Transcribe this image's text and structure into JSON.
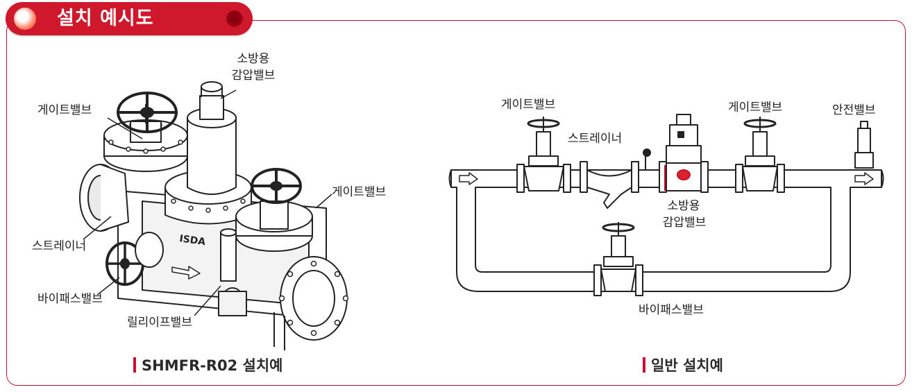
{
  "header": {
    "title": "설치 예시도"
  },
  "left_diagram": {
    "labels": {
      "pressure_valve_line1": "소방용",
      "pressure_valve_line2": "감압밸브",
      "gate_valve_1": "게이트밸브",
      "gate_valve_2": "게이트밸브",
      "strainer": "스트레이너",
      "bypass_valve": "바이패스밸브",
      "relief_valve": "릴리이프밸브"
    },
    "caption": "SHMFR-R02 설치예"
  },
  "right_diagram": {
    "labels": {
      "gate_valve_1": "게이트밸브",
      "strainer": "스트레이너",
      "gate_valve_2": "게이트밸브",
      "safety_valve": "안전밸브",
      "pressure_valve_line1": "소방용",
      "pressure_valve_line2": "감압밸브",
      "bypass_valve": "바이패스밸브"
    },
    "caption": "일반 설치예"
  },
  "colors": {
    "accent": "#c8102e",
    "title_bg": "#d0182c"
  }
}
